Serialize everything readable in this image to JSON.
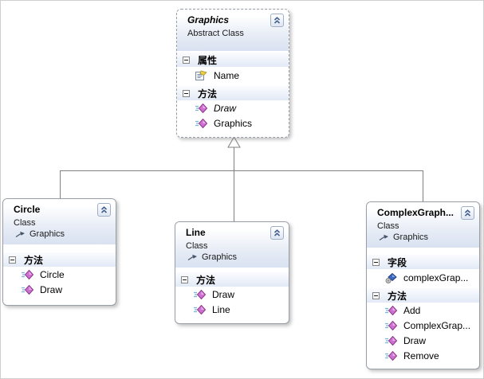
{
  "diagram": {
    "background_color": "#ffffff",
    "connector_color": "#808080",
    "box_border_color": "#989ea6",
    "header_gradient_bottom": "#d9e2f1",
    "section_band_color": "#e2eaf6",
    "method_icon_color": "#c95fc9",
    "field_icon_color": "#3b66c4",
    "property_icon_color": "#e8c832"
  },
  "classes": [
    {
      "id": "graphics",
      "title": "Graphics",
      "title_italic": true,
      "kind": "Abstract Class",
      "abstract": true,
      "base": null,
      "sections": [
        {
          "name": "properties",
          "label": "属性",
          "members": [
            {
              "name": "Name",
              "icon": "property-icon",
              "tall": true
            }
          ]
        },
        {
          "name": "methods",
          "label": "方法",
          "members": [
            {
              "name": "Draw",
              "icon": "method-icon",
              "italic": true
            },
            {
              "name": "Graphics",
              "icon": "method-icon"
            }
          ]
        }
      ]
    },
    {
      "id": "circle",
      "title": "Circle",
      "kind": "Class",
      "base": "Graphics",
      "sections": [
        {
          "name": "methods",
          "label": "方法",
          "members": [
            {
              "name": "Circle",
              "icon": "method-icon"
            },
            {
              "name": "Draw",
              "icon": "method-icon"
            }
          ]
        }
      ]
    },
    {
      "id": "line",
      "title": "Line",
      "kind": "Class",
      "base": "Graphics",
      "sections": [
        {
          "name": "methods",
          "label": "方法",
          "members": [
            {
              "name": "Draw",
              "icon": "method-icon"
            },
            {
              "name": "Line",
              "icon": "method-icon"
            }
          ]
        }
      ]
    },
    {
      "id": "complex",
      "title": "ComplexGraph...",
      "kind": "Class",
      "base": "Graphics",
      "sections": [
        {
          "name": "fields",
          "label": "字段",
          "members": [
            {
              "name": "complexGrap...",
              "icon": "field-private-icon",
              "tall": true
            }
          ]
        },
        {
          "name": "methods",
          "label": "方法",
          "members": [
            {
              "name": "Add",
              "icon": "method-icon"
            },
            {
              "name": "ComplexGrap...",
              "icon": "method-icon"
            },
            {
              "name": "Draw",
              "icon": "method-icon"
            },
            {
              "name": "Remove",
              "icon": "method-icon"
            }
          ]
        }
      ]
    }
  ],
  "relationships": [
    {
      "type": "inheritance",
      "from": "Circle",
      "to": "Graphics"
    },
    {
      "type": "inheritance",
      "from": "Line",
      "to": "Graphics"
    },
    {
      "type": "inheritance",
      "from": "ComplexGraph...",
      "to": "Graphics"
    }
  ]
}
